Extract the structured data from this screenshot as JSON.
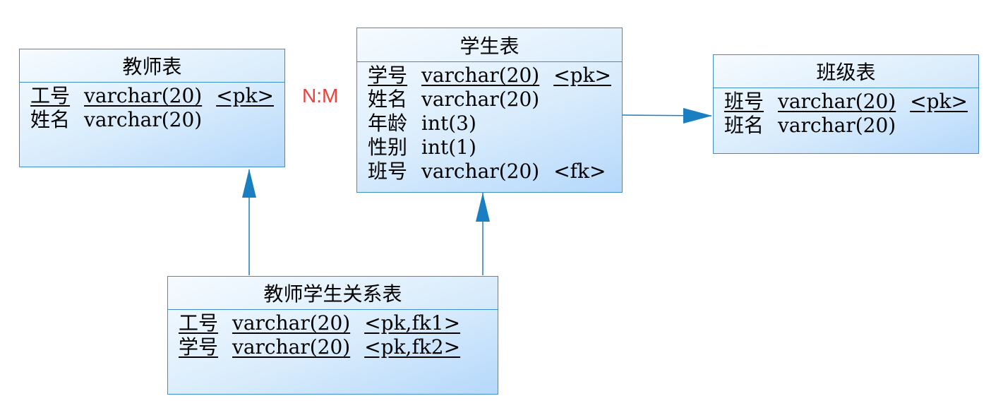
{
  "relationship_label": "N:M",
  "teacher": {
    "title": "教师表",
    "fields": [
      {
        "name": "工号",
        "type": "varchar(20)",
        "key": "<pk>"
      },
      {
        "name": "姓名",
        "type": "varchar(20)",
        "key": ""
      }
    ]
  },
  "student": {
    "title": "学生表",
    "fields": [
      {
        "name": "学号",
        "type": "varchar(20)",
        "key": "<pk>"
      },
      {
        "name": "姓名",
        "type": "varchar(20)",
        "key": ""
      },
      {
        "name": "年龄",
        "type": "int(3)",
        "key": ""
      },
      {
        "name": "性别",
        "type": "int(1)",
        "key": ""
      },
      {
        "name": "班号",
        "type": "varchar(20)",
        "key": "<fk>"
      }
    ]
  },
  "class": {
    "title": "班级表",
    "fields": [
      {
        "name": "班号",
        "type": "varchar(20)",
        "key": "<pk>"
      },
      {
        "name": "班名",
        "type": "varchar(20)",
        "key": ""
      }
    ]
  },
  "teacher_student": {
    "title": "教师学生关系表",
    "fields": [
      {
        "name": "工号",
        "type": "varchar(20)",
        "key": "<pk,fk1>"
      },
      {
        "name": "学号",
        "type": "varchar(20)",
        "key": "<pk,fk2>"
      }
    ]
  },
  "colors": {
    "border": "#3d8fc4",
    "arrow": "#1a7fc0",
    "label": "#e8433f"
  }
}
